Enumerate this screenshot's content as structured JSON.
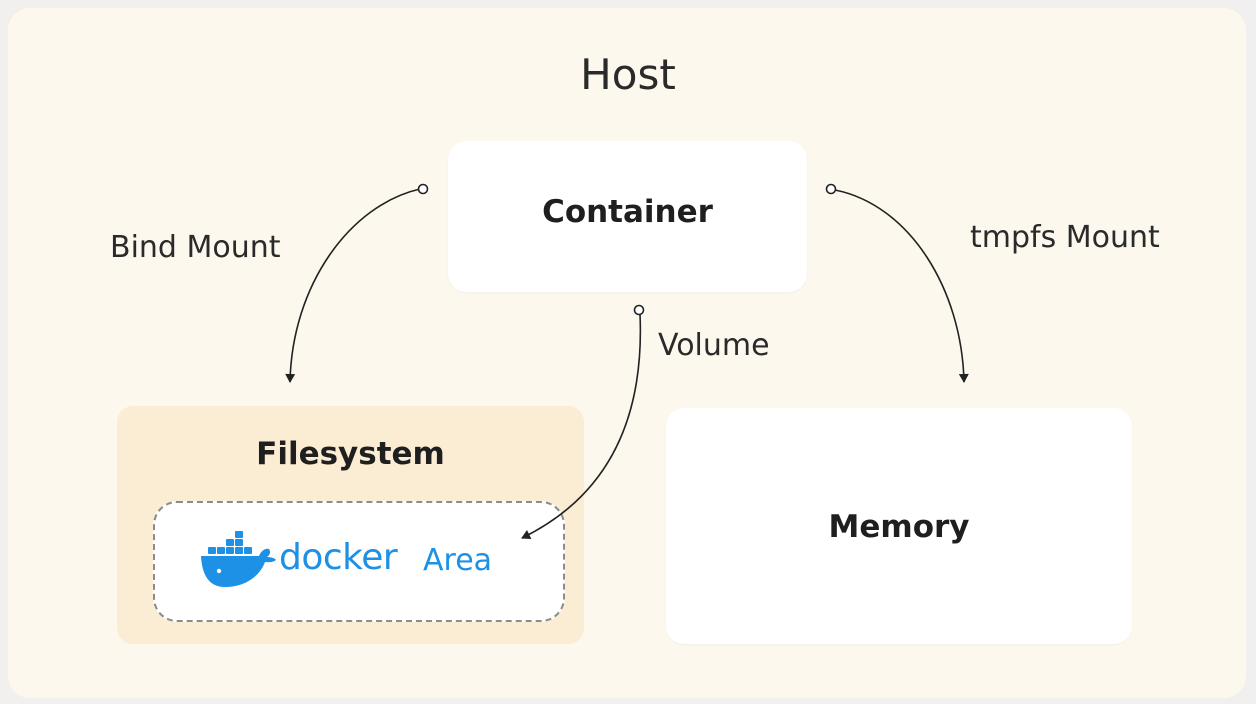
{
  "host": {
    "title": "Host"
  },
  "container": {
    "label": "Container"
  },
  "filesystem": {
    "title": "Filesystem",
    "area": {
      "docker_text": "docker",
      "area_text": "Area",
      "icon": "docker-whale-icon"
    }
  },
  "memory": {
    "label": "Memory"
  },
  "edges": {
    "bind_mount": "Bind Mount",
    "volume": "Volume",
    "tmpfs_mount": "tmpfs Mount"
  },
  "colors": {
    "background": "#fdf8ee",
    "filesystem_panel": "#fbecd4",
    "docker_blue": "#1d91e6",
    "arrow": "#222222"
  }
}
